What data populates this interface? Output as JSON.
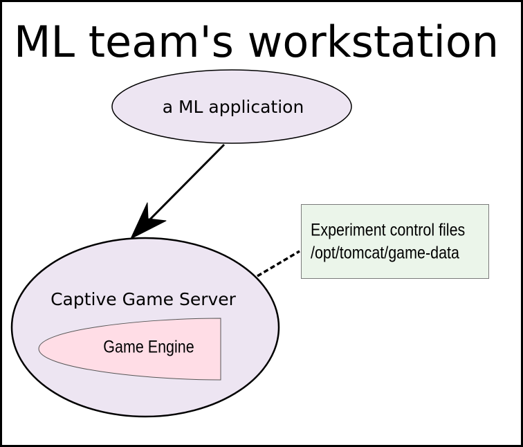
{
  "title": "ML team's workstation",
  "nodes": {
    "ml_application": {
      "label": "a ML application",
      "fill": "#ede5f2"
    },
    "captive_server": {
      "label": "Captive Game Server",
      "fill": "#ede5f2"
    },
    "game_engine": {
      "label": "Game Engine",
      "fill": "#ffdde6"
    },
    "note": {
      "line1": "Experiment control files",
      "line2": "/opt/tomcat/game-data",
      "fill": "#ebf5ea",
      "stroke": "#7a7a7a"
    }
  },
  "edges": [
    {
      "from": "ml_application",
      "to": "captive_server",
      "style": "solid-arrow"
    },
    {
      "from": "captive_server",
      "to": "note",
      "style": "dashed"
    }
  ]
}
